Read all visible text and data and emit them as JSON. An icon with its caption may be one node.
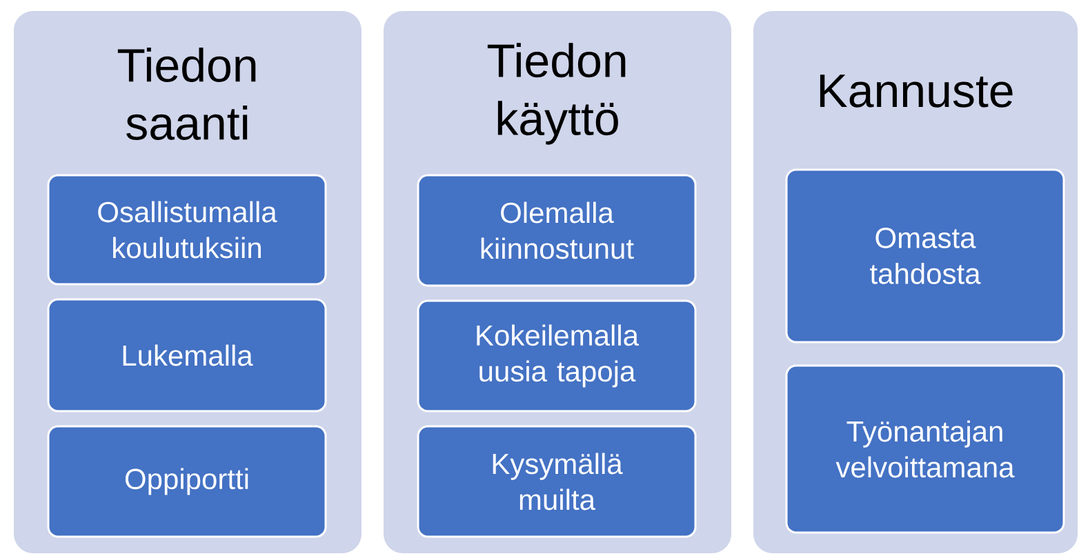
{
  "diagram": {
    "nodes": [
      {
        "text": [
          "Tiedon saanti"
        ]
      },
      {
        "text": [
          "Osallistumalla koulutuksiin"
        ],
        "in": 0
      },
      {
        "text": [
          "Lukemalla"
        ],
        "in": 0
      },
      {
        "text": [
          "Oppiportti"
        ],
        "in": 0
      },
      {
        "text": [
          "Tiedon käyttö"
        ]
      },
      {
        "text": [
          "Olemalla kiinnostunut"
        ],
        "in": 4
      },
      {
        "text": [
          "Kokeilemalla uusia tapoja"
        ],
        "in": 4
      },
      {
        "text": [
          "Kysymällä muilta"
        ],
        "in": 4
      },
      {
        "text": [
          "Kannuste"
        ]
      },
      {
        "text": [
          "Omasta tahdosta"
        ],
        "in": 8
      },
      {
        "text": [
          "Työnantajan velvoittamana"
        ],
        "in": 8
      }
    ]
  }
}
